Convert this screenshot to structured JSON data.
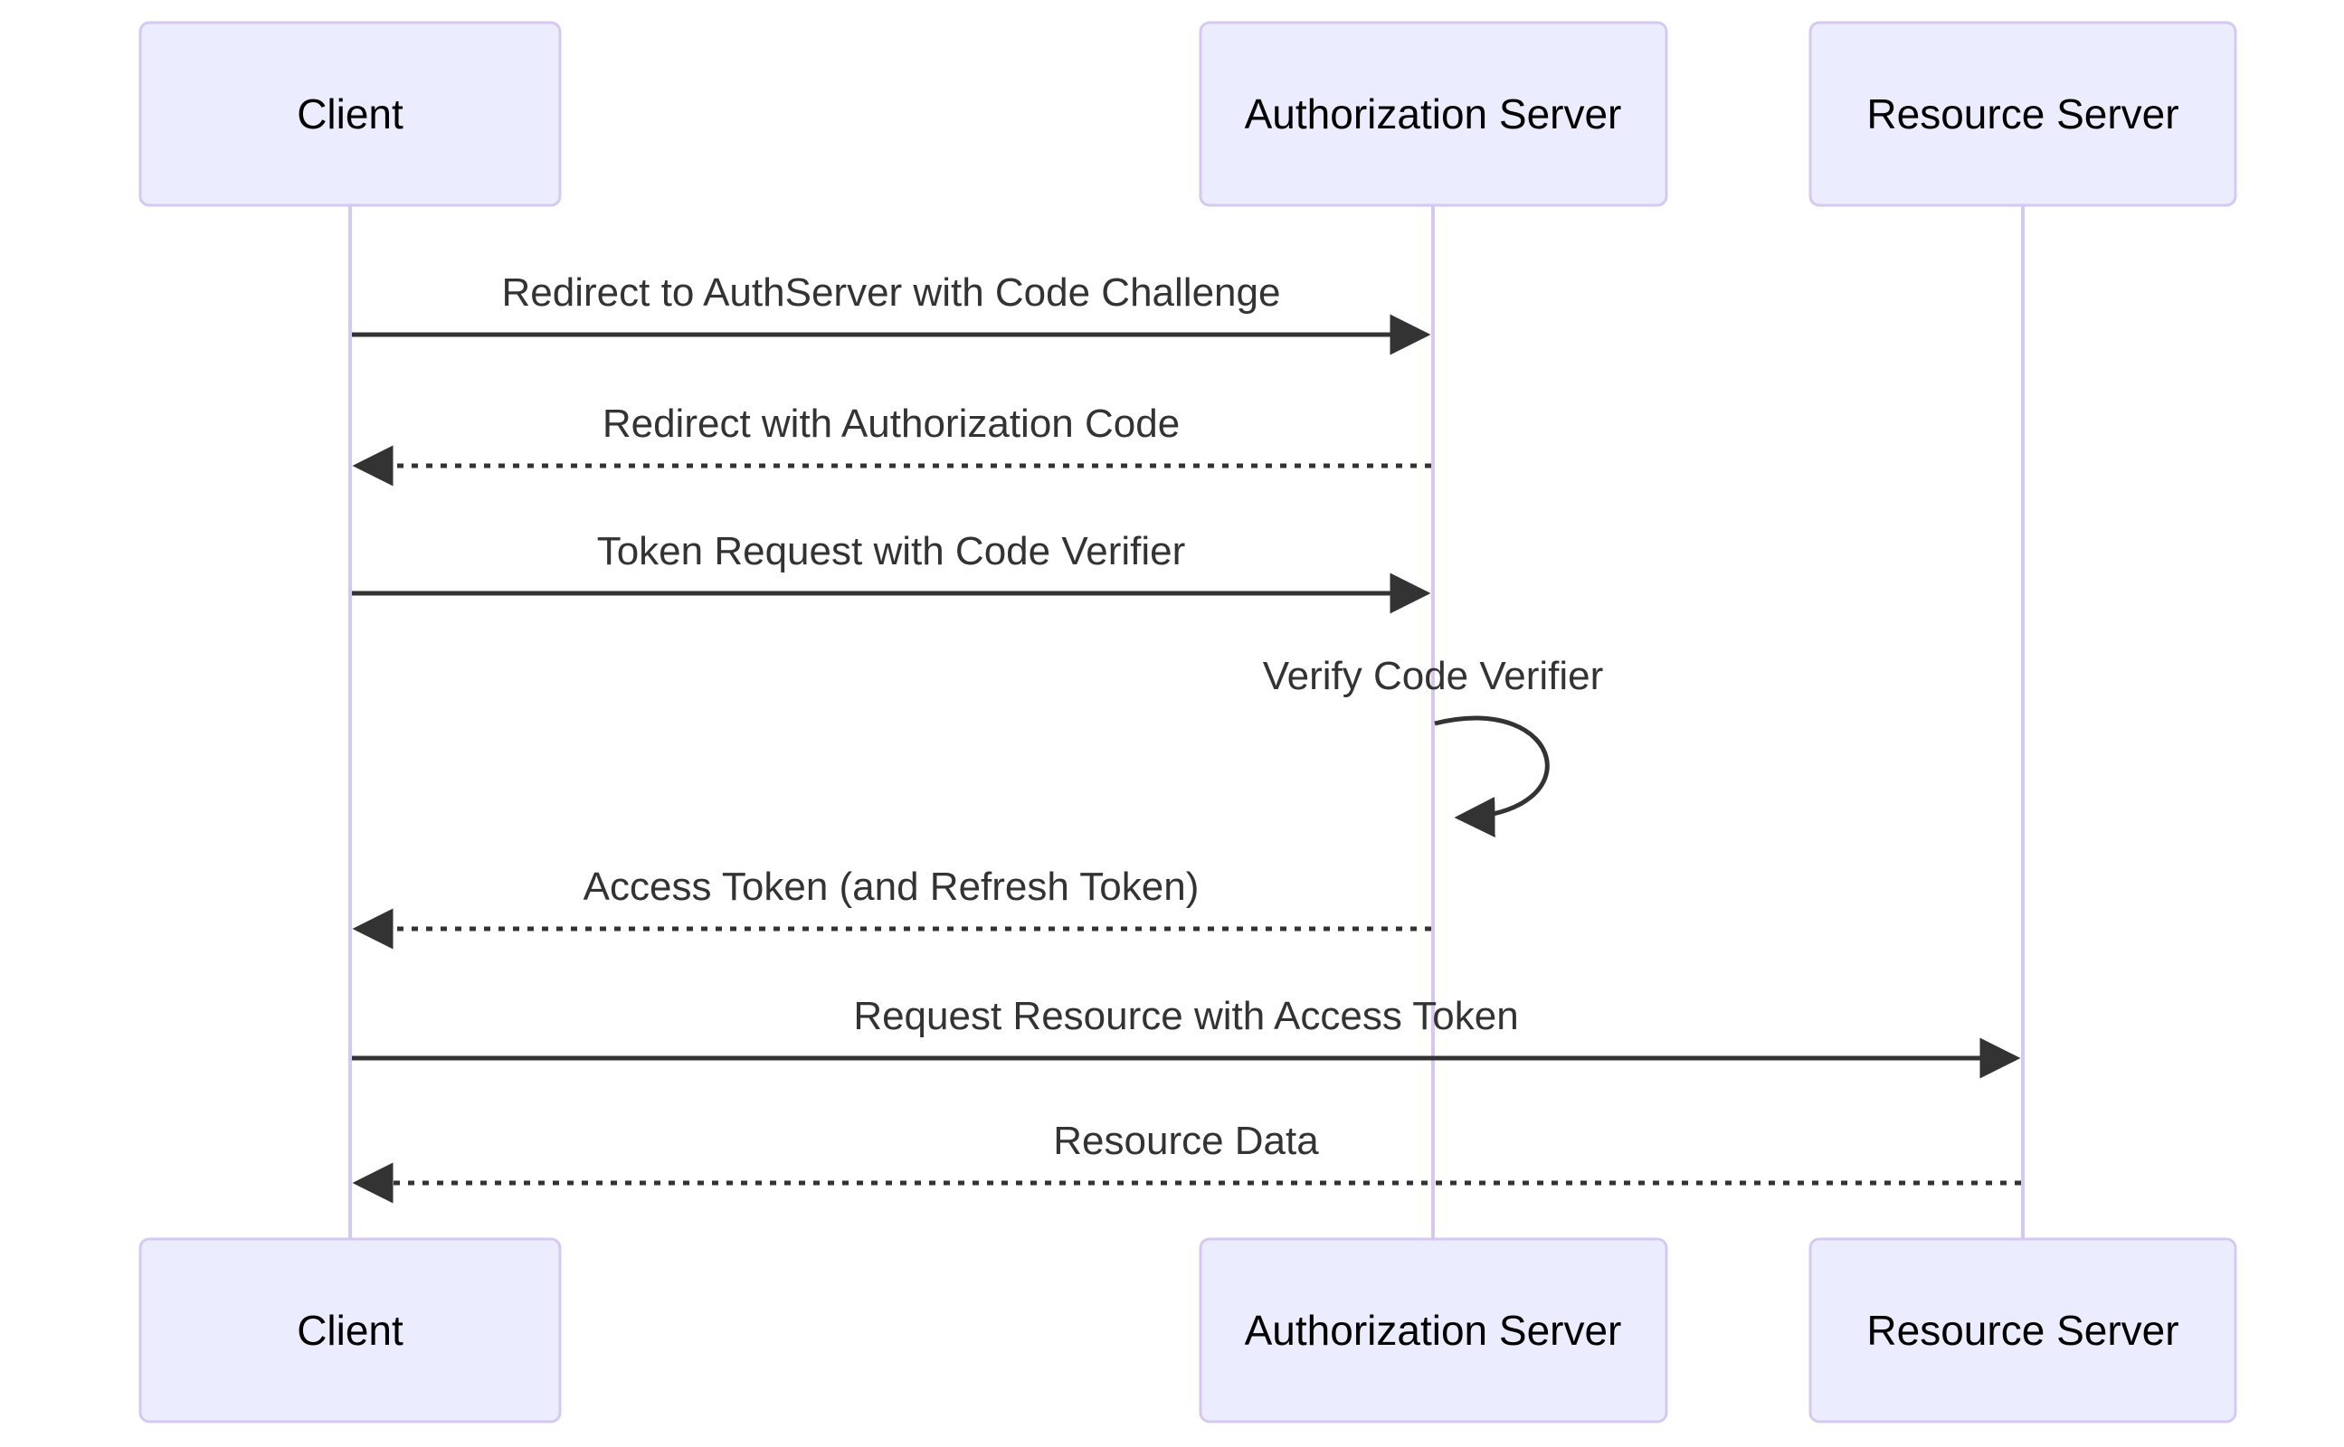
{
  "diagram": {
    "type": "sequence-diagram",
    "actors": [
      {
        "id": "client",
        "label": "Client"
      },
      {
        "id": "auth-server",
        "label": "Authorization Server"
      },
      {
        "id": "resource-server",
        "label": "Resource Server"
      }
    ],
    "messages": [
      {
        "index": 1,
        "from": "Client",
        "to": "Authorization Server",
        "label": "Redirect to AuthServer with Code Challenge",
        "line": "solid",
        "arrow": "filled"
      },
      {
        "index": 2,
        "from": "Authorization Server",
        "to": "Client",
        "label": "Redirect with Authorization Code",
        "line": "dashed",
        "arrow": "filled"
      },
      {
        "index": 3,
        "from": "Client",
        "to": "Authorization Server",
        "label": "Token Request with Code Verifier",
        "line": "solid",
        "arrow": "filled"
      },
      {
        "index": 4,
        "from": "Authorization Server",
        "to": "Authorization Server",
        "label": "Verify Code Verifier",
        "line": "self-loop",
        "arrow": "filled"
      },
      {
        "index": 5,
        "from": "Authorization Server",
        "to": "Client",
        "label": "Access Token (and Refresh Token)",
        "line": "dashed",
        "arrow": "filled"
      },
      {
        "index": 6,
        "from": "Client",
        "to": "Resource Server",
        "label": "Request Resource with Access Token",
        "line": "solid",
        "arrow": "filled"
      },
      {
        "index": 7,
        "from": "Resource Server",
        "to": "Client",
        "label": "Resource Data",
        "line": "dashed",
        "arrow": "filled"
      }
    ],
    "colors": {
      "actor_fill": "#ECECFF",
      "actor_border": "#D6C9F0",
      "lifeline": "#D6C9F0",
      "message_line": "#333333",
      "message_text": "#333333",
      "actor_text": "#000000",
      "background": "#FFFFFF"
    }
  }
}
